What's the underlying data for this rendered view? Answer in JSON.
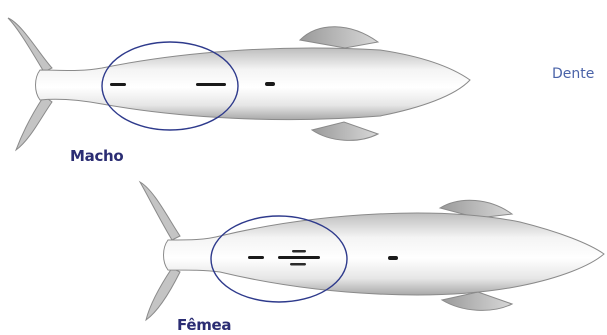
{
  "labels": {
    "male": "Macho",
    "female": "Fêmea",
    "edge_text": "Dente"
  },
  "colors": {
    "label": "#2b2d73",
    "edge_text": "#4a63a8",
    "ellipse_stroke": "#2e3a8c",
    "body_fill": "#e8e8e8",
    "body_stroke": "#8a8a8a",
    "slit": "#1a1a1a"
  },
  "figures": [
    {
      "name": "male",
      "highlight": "genital region"
    },
    {
      "name": "female",
      "highlight": "genital region"
    }
  ]
}
